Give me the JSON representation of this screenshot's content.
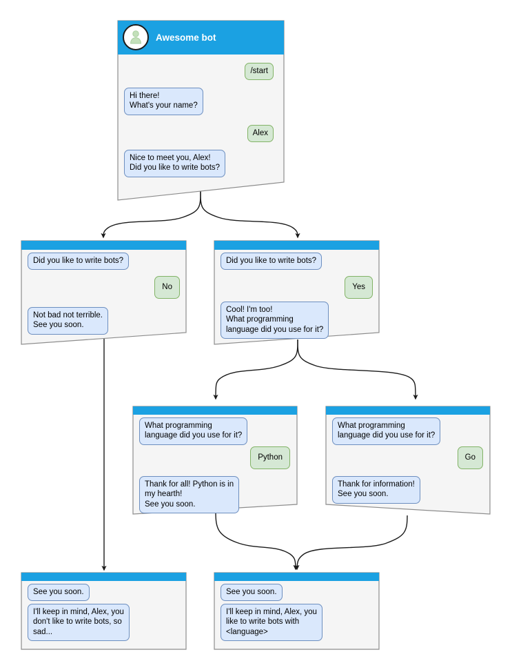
{
  "meta": {
    "title": "Telegram bot conversation flow diagram",
    "colors": {
      "header_blue": "#1ba1e2",
      "node_bg": "#f5f5f5",
      "node_border": "#8c8c8c",
      "bot_bubble_fill": "#dae8fc",
      "bot_bubble_stroke": "#6c8ebf",
      "user_bubble_fill": "#d5e8d4",
      "user_bubble_stroke": "#82b366",
      "edge_stroke": "#1a1a1a",
      "avatar_silhouette": "#b9d8b0"
    }
  },
  "nodes": [
    {
      "id": "root",
      "header": {
        "title": "Awesome bot",
        "avatar_icon": "user-avatar-icon"
      },
      "messages": [
        {
          "from": "user",
          "text": "/start"
        },
        {
          "from": "bot",
          "text": "Hi there!\nWhat's your name?"
        },
        {
          "from": "user",
          "text": "Alex"
        },
        {
          "from": "bot",
          "text": "Nice to meet you, Alex!\nDid you like to write bots?"
        }
      ]
    },
    {
      "id": "no-branch",
      "header": {
        "title": "",
        "avatar_icon": ""
      },
      "messages": [
        {
          "from": "bot",
          "text": "Did you like to write bots?"
        },
        {
          "from": "user",
          "text": "No"
        },
        {
          "from": "bot",
          "text": "Not bad not terrible.\nSee you soon."
        }
      ]
    },
    {
      "id": "yes-branch",
      "header": {
        "title": "",
        "avatar_icon": ""
      },
      "messages": [
        {
          "from": "bot",
          "text": "Did you like to write bots?"
        },
        {
          "from": "user",
          "text": "Yes"
        },
        {
          "from": "bot",
          "text": "Cool! I'm too!\nWhat programming\nlanguage did you use for it?"
        }
      ]
    },
    {
      "id": "python-branch",
      "header": {
        "title": "",
        "avatar_icon": ""
      },
      "messages": [
        {
          "from": "bot",
          "text": "What programming\nlanguage did you use for it?"
        },
        {
          "from": "user",
          "text": "Python"
        },
        {
          "from": "bot",
          "text": "Thank for all! Python is in\nmy hearth!\nSee you soon."
        }
      ]
    },
    {
      "id": "go-branch",
      "header": {
        "title": "",
        "avatar_icon": ""
      },
      "messages": [
        {
          "from": "bot",
          "text": "What programming\nlanguage did you use for it?"
        },
        {
          "from": "user",
          "text": "Go"
        },
        {
          "from": "bot",
          "text": "Thank for information!\nSee you soon."
        }
      ]
    },
    {
      "id": "end-sad",
      "header": {
        "title": "",
        "avatar_icon": ""
      },
      "messages": [
        {
          "from": "bot",
          "text": "See you soon."
        },
        {
          "from": "bot",
          "text": "I'll keep in mind, Alex, you\ndon't like to write bots, so\nsad..."
        }
      ]
    },
    {
      "id": "end-happy",
      "header": {
        "title": "",
        "avatar_icon": ""
      },
      "messages": [
        {
          "from": "bot",
          "text": "See you soon."
        },
        {
          "from": "bot",
          "text": "I'll keep in mind, Alex, you\nlike to write bots with\n<language>"
        }
      ]
    }
  ]
}
